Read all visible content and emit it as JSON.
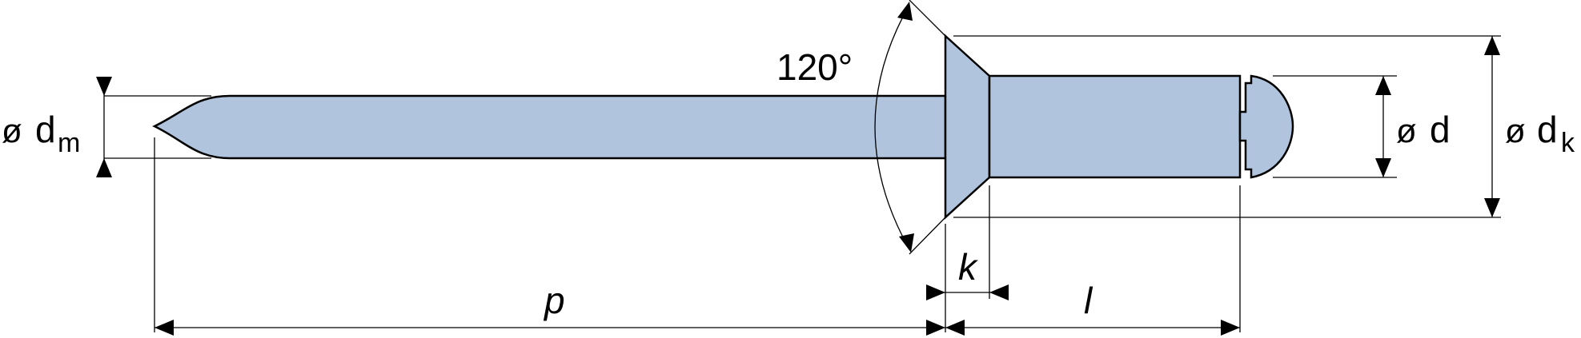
{
  "labels": {
    "angle": "120°",
    "dm_sym": "ø",
    "dm_main": "d",
    "dm_sub": "m",
    "d_sym": "ø",
    "d_main": "d",
    "dk_sym": "ø",
    "dk_main": "d",
    "dk_sub": "k",
    "k": "k",
    "l": "l",
    "p": "p"
  },
  "colors": {
    "body_fill": "#b0c4de",
    "outline": "#000000"
  }
}
